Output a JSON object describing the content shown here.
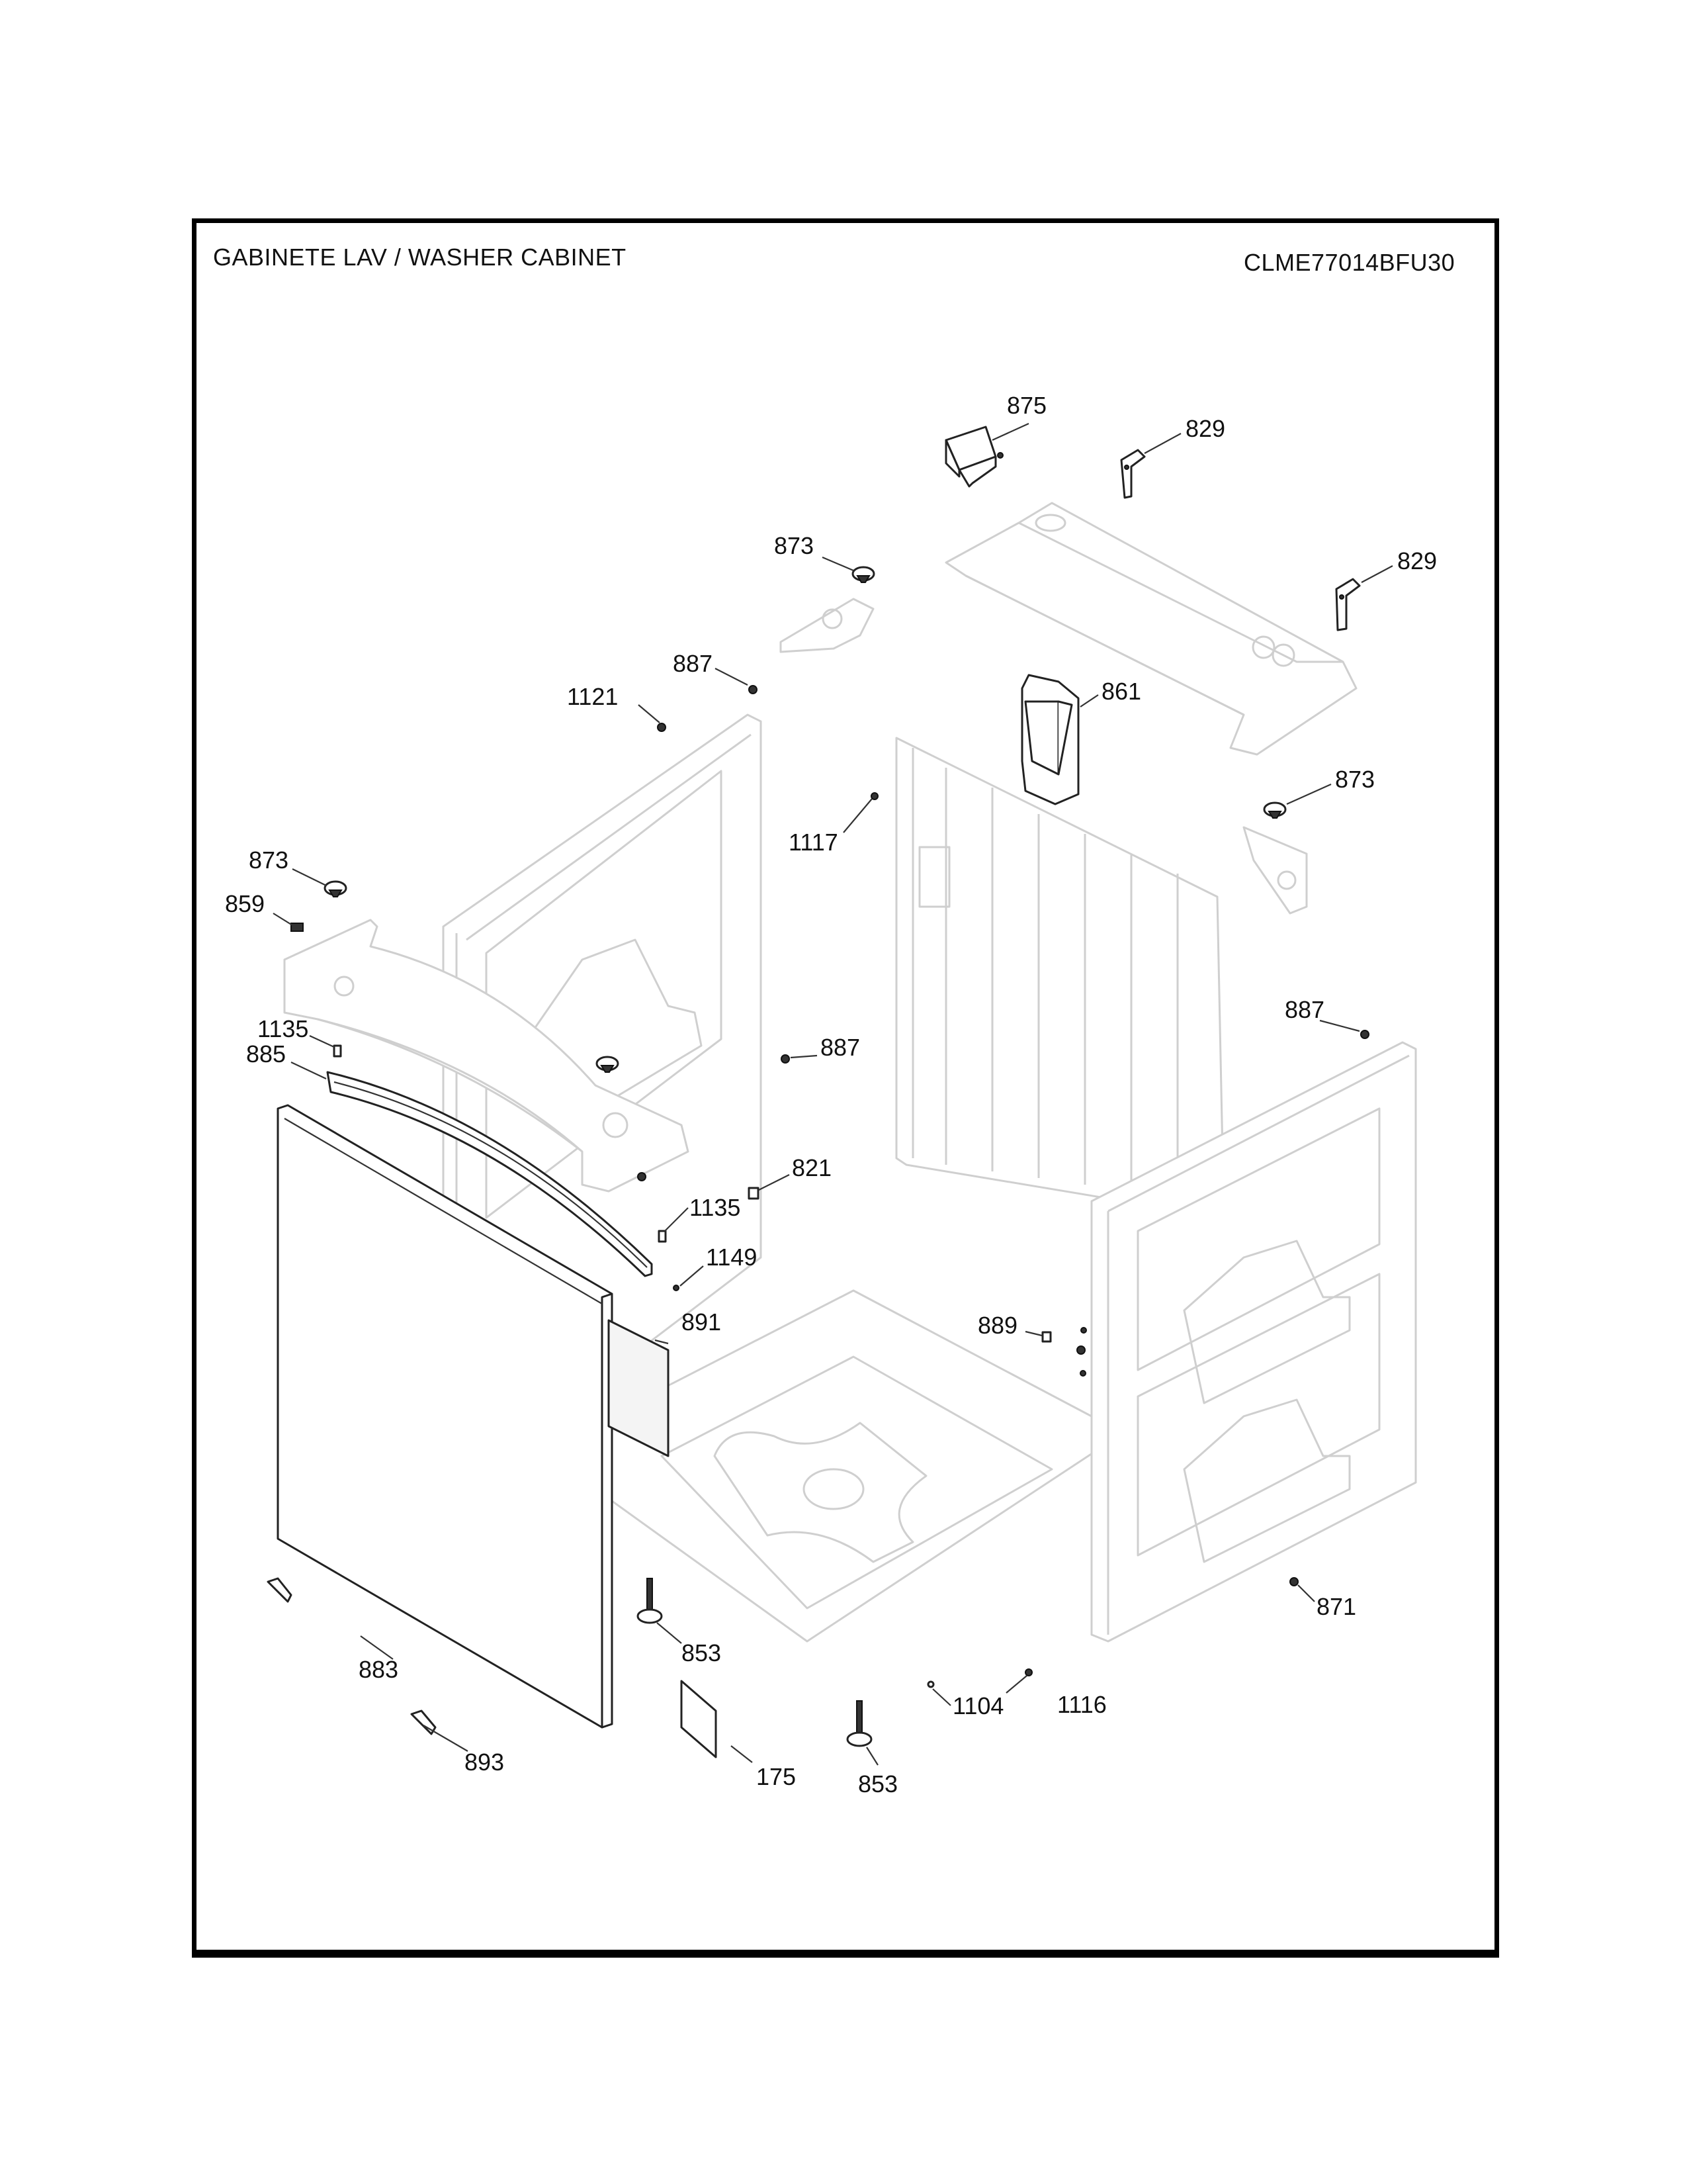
{
  "header": {
    "title": "GABINETE LAV / WASHER CABINET",
    "model": "CLME77014BFU30"
  },
  "callouts": [
    {
      "id": "c875",
      "label": "875",
      "part": "bracket-cover"
    },
    {
      "id": "c829a",
      "label": "829",
      "part": "hinge-bracket"
    },
    {
      "id": "c829b",
      "label": "829",
      "part": "hinge-bracket"
    },
    {
      "id": "c873a",
      "label": "873",
      "part": "snubber-cap"
    },
    {
      "id": "c887a",
      "label": "887",
      "part": "screw"
    },
    {
      "id": "c1121",
      "label": "1121",
      "part": "screw"
    },
    {
      "id": "c861",
      "label": "861",
      "part": "dispenser-housing"
    },
    {
      "id": "c873b",
      "label": "873",
      "part": "snubber-cap"
    },
    {
      "id": "c1117",
      "label": "1117",
      "part": "screw"
    },
    {
      "id": "c873c",
      "label": "873",
      "part": "snubber-cap"
    },
    {
      "id": "c859",
      "label": "859",
      "part": "clip"
    },
    {
      "id": "c887b",
      "label": "887",
      "part": "screw"
    },
    {
      "id": "c1135a",
      "label": "1135",
      "part": "clip"
    },
    {
      "id": "c885",
      "label": "885",
      "part": "top-rail"
    },
    {
      "id": "c887c",
      "label": "887",
      "part": "screw"
    },
    {
      "id": "c821",
      "label": "821",
      "part": "bumper"
    },
    {
      "id": "c1135b",
      "label": "1135",
      "part": "clip"
    },
    {
      "id": "c1149",
      "label": "1149",
      "part": "screw"
    },
    {
      "id": "c891",
      "label": "891",
      "part": "insulation-pad"
    },
    {
      "id": "c889",
      "label": "889",
      "part": "clip"
    },
    {
      "id": "c883",
      "label": "883",
      "part": "front-panel"
    },
    {
      "id": "c853a",
      "label": "853",
      "part": "leveling-leg"
    },
    {
      "id": "c871",
      "label": "871",
      "part": "nut"
    },
    {
      "id": "c1104",
      "label": "1104",
      "part": "screw"
    },
    {
      "id": "c1116",
      "label": "1116",
      "part": "screw"
    },
    {
      "id": "c893",
      "label": "893",
      "part": "foot-clip"
    },
    {
      "id": "c175",
      "label": "175",
      "part": "manual-card"
    },
    {
      "id": "c853b",
      "label": "853",
      "part": "leveling-leg"
    }
  ]
}
